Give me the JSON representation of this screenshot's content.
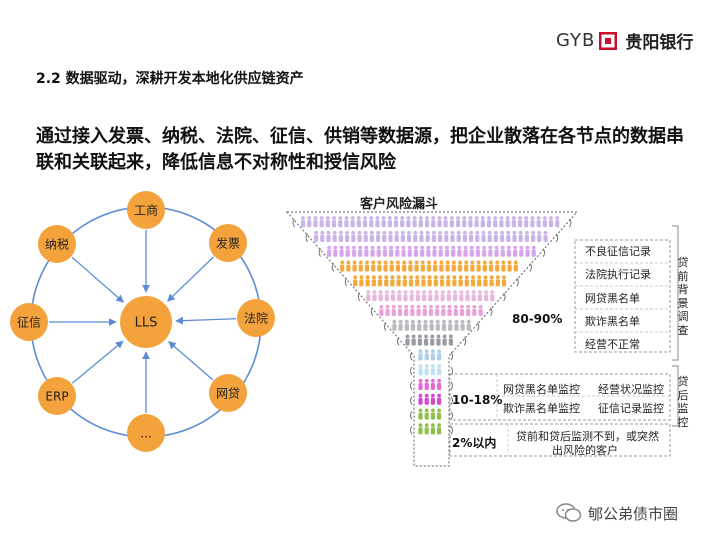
{
  "brand": {
    "logo_latin": "GYB",
    "logo_cn": "贵阳银行"
  },
  "slide": {
    "subtitle": "2.2 数据驱动，深耕开发本地化供应链资产",
    "headline": "通过接入发票、纳税、法院、征信、供销等数据源，把企业散落在各节点的数据串联和关联起来，降低信息不对称性和授信风险"
  },
  "hub": {
    "center": "LLS",
    "nodes": [
      "工商",
      "发票",
      "法院",
      "网贷",
      "...",
      "ERP",
      "征信",
      "纳税"
    ],
    "colors": {
      "node": "#f3a23c",
      "center": "#f3a23c",
      "ring": "#5b8dd6",
      "arrow": "#5b8dd6"
    }
  },
  "funnel": {
    "title": "客户风险漏斗",
    "pre_loan_items": [
      "不良征信记录",
      "法院执行记录",
      "网贷黑名单",
      "欺诈黑名单",
      "经营不正常"
    ],
    "pre_loan_pct": "80-90%",
    "pre_loan_label": "贷前背景调查",
    "post_loan_items": [
      "网贷黑名单监控",
      "经营状况监控",
      "欺诈黑名单监控",
      "征信记录监控"
    ],
    "post_loan_pct": "10-18%",
    "post_loan_label": "贷后监控",
    "bottom_pct": "2%以内",
    "bottom_text_line1": "贷前和贷后监测不到，或突然",
    "bottom_text_line2": "出风险的客户",
    "colors": {
      "rows": [
        "#c8b4e6",
        "#c8b4e6",
        "#d7a5ee",
        "#f3a93c",
        "#f3a93c",
        "#e9b8dc",
        "#e8a2d8",
        "#b9b9c0",
        "#9a9aa2",
        "#aad0ee",
        "#bde0f2",
        "#e06ad8",
        "#d04ad0",
        "#8fc04a",
        "#8fc04a"
      ],
      "border": "#777777"
    }
  },
  "watermark": {
    "text": "郇公弟债市圈"
  }
}
